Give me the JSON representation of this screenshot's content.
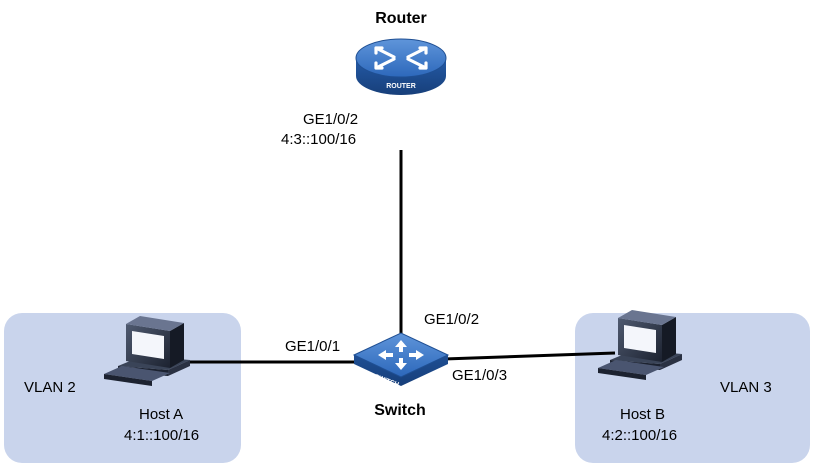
{
  "colors": {
    "vlan_area": "#c9d4ec",
    "device_blue": "#2e6cc0",
    "device_dark": "#1f4f93",
    "link": "#000000"
  },
  "router": {
    "name": "Router",
    "icon_text": "ROUTER",
    "interface": "GE1/0/2",
    "address": "4:3::100/16"
  },
  "switch": {
    "name": "Switch",
    "icon_text": "SWITCH",
    "port_router": "GE1/0/2",
    "port_host_a": "GE1/0/1",
    "port_host_b": "GE1/0/3"
  },
  "host_a": {
    "name": "Host A",
    "address": "4:1::100/16",
    "vlan": "VLAN 2"
  },
  "host_b": {
    "name": "Host B",
    "address": "4:2::100/16",
    "vlan": "VLAN 3"
  }
}
